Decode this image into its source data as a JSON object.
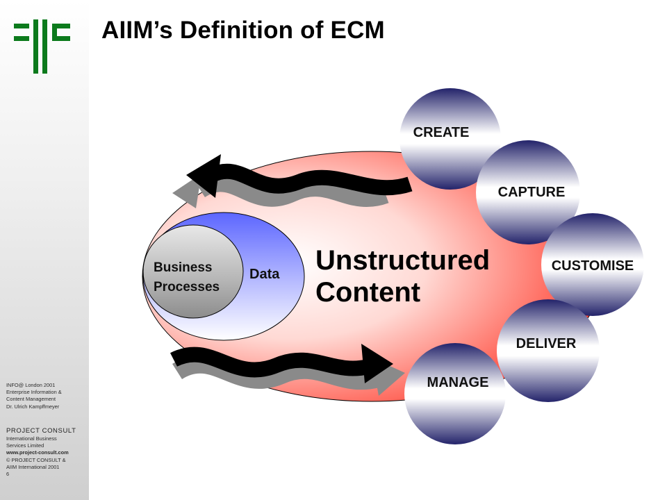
{
  "title": "AIIM’s Definition of ECM",
  "sidebar": {
    "lines": [
      "INFO@ London  2001",
      "Enterprise Information &",
      "Content Management",
      "Dr. Ulrich Kampffmeyer"
    ],
    "company": "PROJECT  CONSULT",
    "company_lines": [
      "International Business",
      "Services Limited"
    ],
    "url": "www.project-consult.com",
    "copyright_lines": [
      "© PROJECT CONSULT &",
      "AIIM International   2001"
    ],
    "page_number": "6"
  },
  "diagram": {
    "center_label_line1": "Unstructured",
    "center_label_line2": "Content",
    "data_label": "Data",
    "business_line1": "Business",
    "business_line2": "Processes",
    "circles": [
      "CREATE",
      "CAPTURE",
      "CUSTOMISE",
      "DELIVER",
      "MANAGE"
    ]
  },
  "colors": {
    "logo_green": "#0c7a1c",
    "ellipse_red": "#ff2a1a",
    "data_blue": "#5c66ff",
    "circle_navy": "#23236a",
    "arrow_black": "#000000",
    "arrow_shadow": "#8a8a8a"
  }
}
